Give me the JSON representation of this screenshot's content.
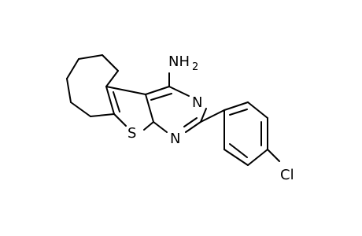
{
  "labels": {
    "amine_n": "NH",
    "amine_sub": "2",
    "ring_n_upper": "N",
    "ring_n_lower": "N",
    "sulfur": "S",
    "chlorine": "Cl"
  },
  "colors": {
    "bond": "#000000",
    "background": "#ffffff"
  }
}
